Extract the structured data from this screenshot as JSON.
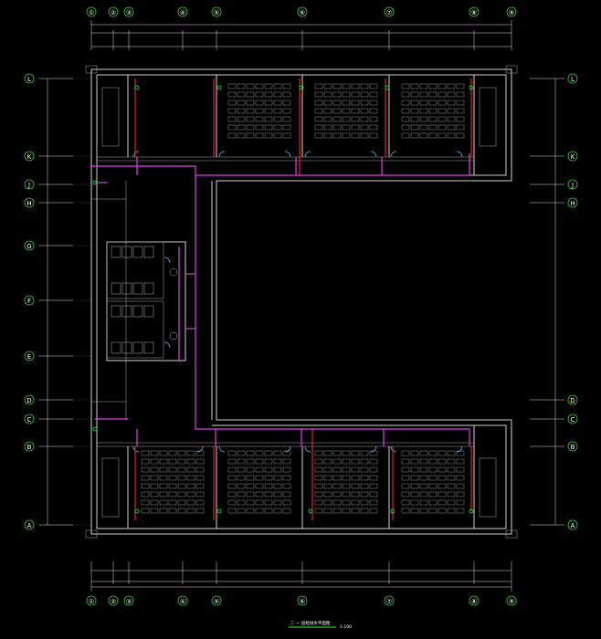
{
  "drawing": {
    "title": "二 一 层给排水平面图",
    "scale": "1:100",
    "grid_top": [
      "①",
      "②",
      "③",
      "④",
      "⑤",
      "⑥",
      "⑦",
      "⑧",
      "⑨"
    ],
    "grid_left": [
      "L",
      "K",
      "J",
      "H",
      "G",
      "F",
      "E",
      "D",
      "C",
      "B",
      "A"
    ],
    "colors": {
      "background": "#000000",
      "wall": "#cfcfcf",
      "water_pipe": "#e23be6",
      "fire_pipe": "#ff2a2a",
      "grid_bubble": "#33cc33",
      "door": "#66ccff"
    }
  }
}
